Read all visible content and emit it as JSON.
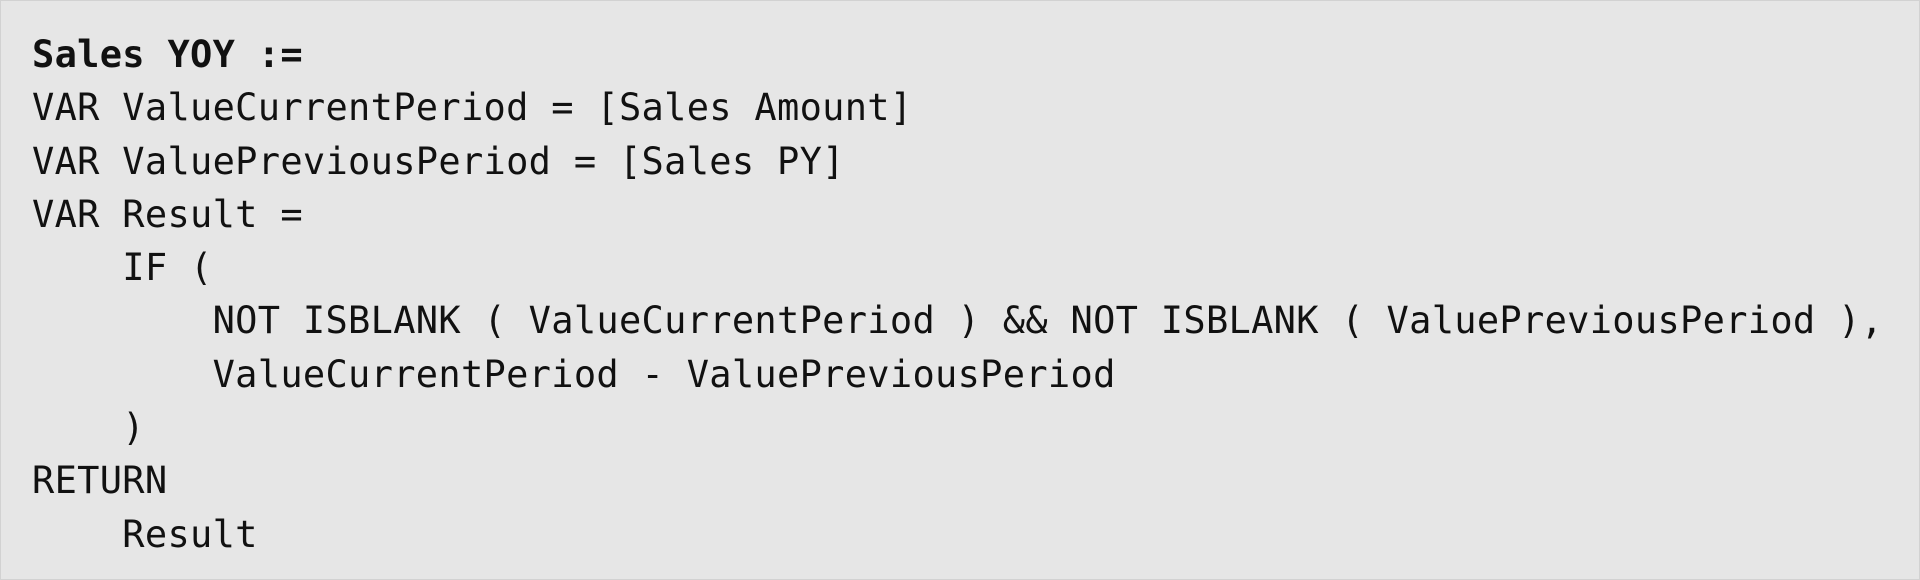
{
  "code": {
    "lines": [
      "Sales YOY :=",
      "VAR ValueCurrentPeriod = [Sales Amount]",
      "VAR ValuePreviousPeriod = [Sales PY]",
      "VAR Result =",
      "    IF (",
      "        NOT ISBLANK ( ValueCurrentPeriod ) && NOT ISBLANK ( ValuePreviousPeriod ),",
      "        ValueCurrentPeriod - ValuePreviousPeriod",
      "    )",
      "RETURN",
      "    Result"
    ]
  },
  "colors": {
    "background": "#e6e6e6",
    "border": "#d2d2d2",
    "text": "#111111"
  }
}
